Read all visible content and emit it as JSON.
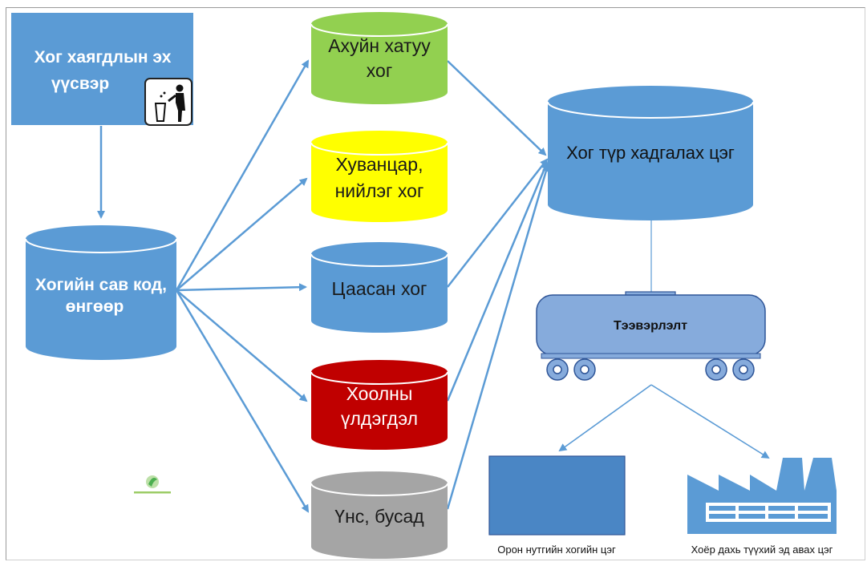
{
  "source": {
    "line1": "Хог хаягдлын эх",
    "line2": "үүсвэр",
    "icon": "trash-person-icon"
  },
  "sorting": {
    "line1": "Хогийн сав код,",
    "line2": "өнгөөр"
  },
  "categories": [
    {
      "line1": "Ахуйн хатуу",
      "line2": "хог",
      "color": "#92d050"
    },
    {
      "line1": "Хуванцар,",
      "line2": "нийлэг хог",
      "color": "#ffff00"
    },
    {
      "line1": "Цаасан хог",
      "line2": "",
      "color": "#5b9bd5"
    },
    {
      "line1": "Хоолны",
      "line2": "үлдэгдэл",
      "color": "#c00000"
    },
    {
      "line1": "Үнс, бусад",
      "line2": "",
      "color": "#a5a5a5"
    }
  ],
  "storage": {
    "label": "Хог түр хадгалах цэг"
  },
  "transport": {
    "label": "Тээвэрлэлт"
  },
  "destinations": {
    "landfill": "Орон нутгийн хогийн цэг",
    "recycling": "Хоёр дахь түүхий эд авах цэг"
  },
  "colors": {
    "blue": "#5b9bd5",
    "arrow": "#5b9bd5",
    "tank": "#86abdc"
  }
}
